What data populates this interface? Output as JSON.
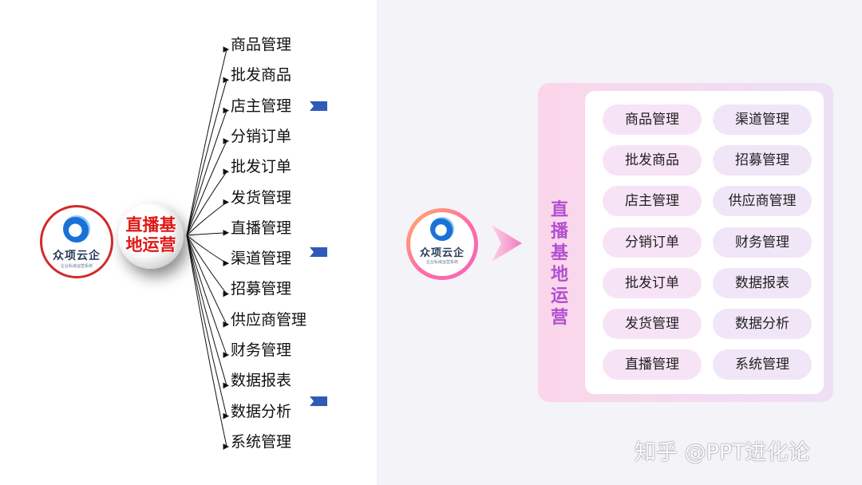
{
  "logo": {
    "name": "众项云企",
    "tagline": "企业私域运营系统"
  },
  "left_map": {
    "hub_label": "直播基地运营",
    "items": [
      "商品管理",
      "批发商品",
      "店主管理",
      "分销订单",
      "批发订单",
      "发货管理",
      "直播管理",
      "渠道管理",
      "招募管理",
      "供应商管理",
      "财务管理",
      "数据报表",
      "数据分析",
      "系统管理"
    ],
    "colors": {
      "hub_text": "#e01818",
      "logo_ring": "#d22a2a",
      "tab": "#2f5bb7"
    }
  },
  "right_panel": {
    "title": "直播基地运营",
    "column_a": [
      "商品管理",
      "批发商品",
      "店主管理",
      "分销订单",
      "批发订单",
      "发货管理",
      "直播管理"
    ],
    "column_b": [
      "渠道管理",
      "招募管理",
      "供应商管理",
      "财务管理",
      "数据报表",
      "数据分析",
      "系统管理"
    ],
    "colors": {
      "title": "#b24fd2",
      "pill_a": "#f7e3f6",
      "pill_b": "#f0e6f7"
    }
  },
  "watermark": "知乎 @PPT进化论"
}
